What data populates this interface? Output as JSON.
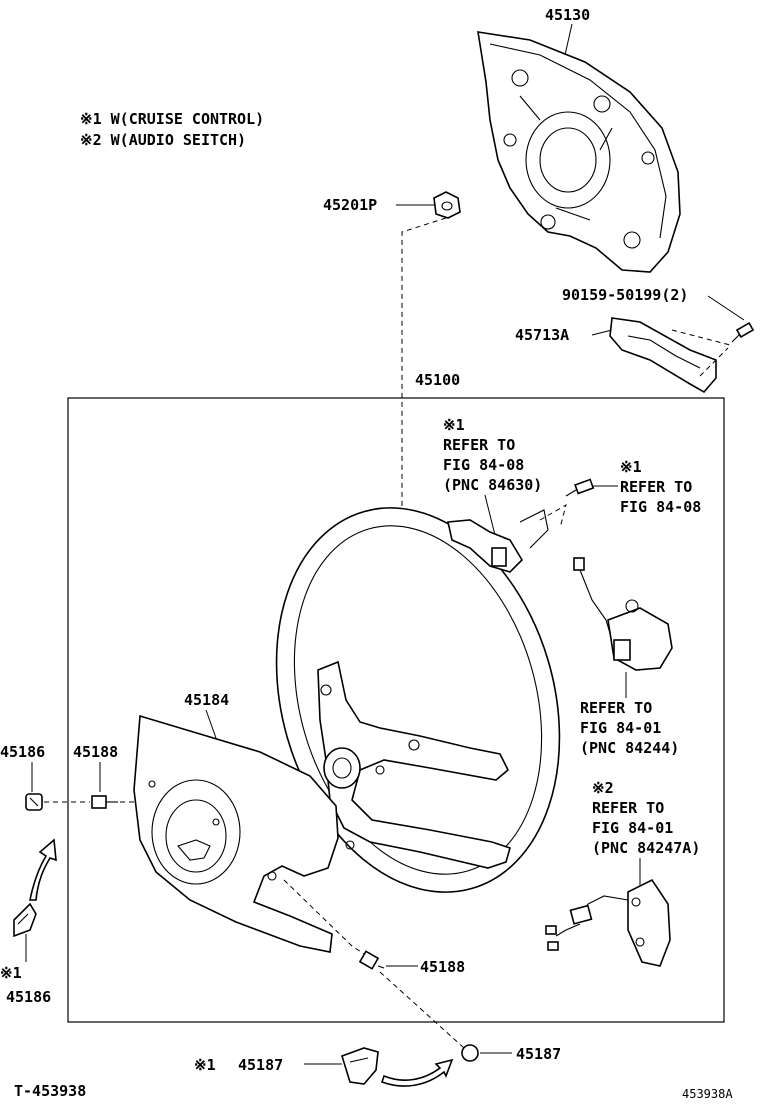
{
  "notes": [
    "※1 W(CRUISE CONTROL)",
    "※2 W(AUDIO SEITCH)"
  ],
  "labels": {
    "p45130": "45130",
    "p45201p": "45201P",
    "p90159": "90159-50199(2)",
    "p45713a": "45713A",
    "p45100": "45100",
    "p45184": "45184",
    "p45186_top": "45186",
    "p45188_top": "45188",
    "p45188_bottom": "45188",
    "p45187_right": "45187",
    "p45187_left_mark": "※1",
    "p45187_left": "45187",
    "p45186_mark": "※1",
    "p45186_bottom": "45186"
  },
  "refers": {
    "cruise_main": [
      "※1",
      "REFER TO",
      "FIG 84-08",
      "(PNC 84630)"
    ],
    "cruise_screw": [
      "※1",
      "REFER TO",
      "FIG 84-08"
    ],
    "switch_mid": [
      "REFER TO",
      "FIG 84-01",
      "(PNC 84244)"
    ],
    "audio": [
      "※2",
      "REFER TO",
      "FIG 84-01",
      "(PNC 84247A)"
    ]
  },
  "footer": {
    "left_id": "T-453938",
    "right_id": "453938A"
  }
}
